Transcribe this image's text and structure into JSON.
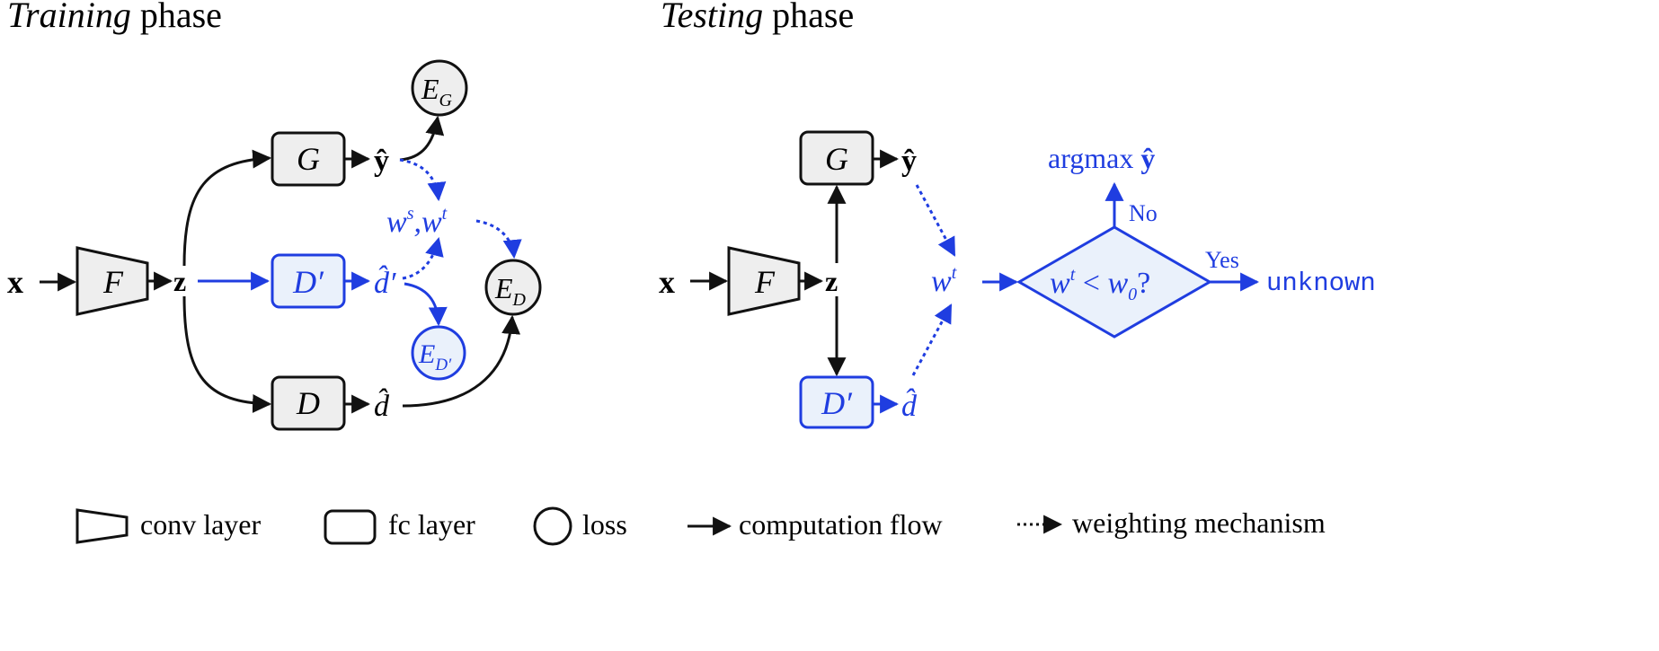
{
  "colors": {
    "accent": "#1f3de0",
    "box_fill": "#eeeeee",
    "accent_fill": "#eaf1fb",
    "ink": "#111111"
  },
  "training": {
    "title_italic": "Training",
    "title_rest": " phase",
    "input": "x",
    "conv": "F",
    "latent": "z",
    "gen": "G",
    "disc_prime": "D′",
    "disc": "D",
    "y_hat": "ŷ",
    "d_prime_hat": "d̂′",
    "d_hat": "d̂",
    "weights_ws": "w",
    "weights_ws_sup": "s",
    "weights_sep": ",",
    "weights_wt": "w",
    "weights_wt_sup": "t",
    "loss_g": "E",
    "loss_g_sub": "G",
    "loss_d": "E",
    "loss_d_sub": "D",
    "loss_dp": "E",
    "loss_dp_sub": "D′"
  },
  "testing": {
    "title_italic": "Testing",
    "title_rest": " phase",
    "input": "x",
    "conv": "F",
    "latent": "z",
    "gen": "G",
    "disc_prime": "D′",
    "y_hat": "ŷ",
    "d_hat": "d̂",
    "weight": "w",
    "weight_sup": "t",
    "decision_w": "w",
    "decision_w_sup": "t",
    "decision_lt": " < ",
    "decision_w0": "w",
    "decision_w0_sub": "0",
    "decision_q": "?",
    "no_label": "No",
    "yes_label": "Yes",
    "argmax_text": "argmax ",
    "argmax_y": "ŷ",
    "unknown": "unknown"
  },
  "legend": {
    "conv": "conv layer",
    "fc": "fc layer",
    "loss": "loss",
    "computation": "computation flow",
    "weighting": "weighting mechanism"
  }
}
